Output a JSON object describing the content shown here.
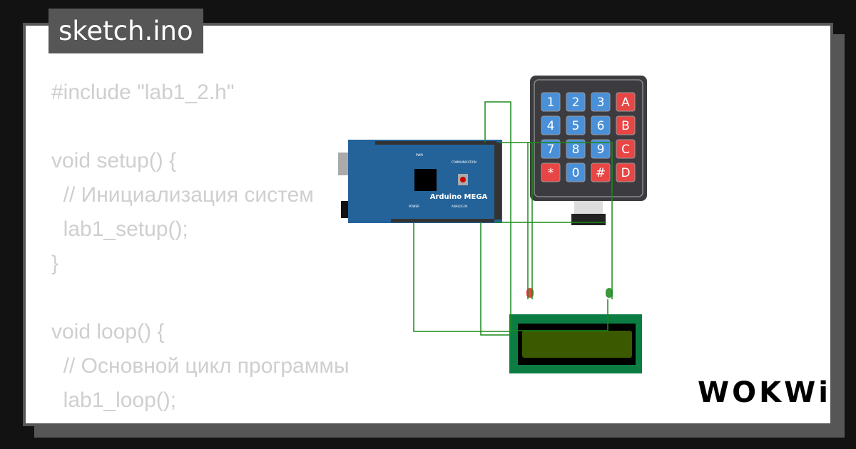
{
  "tab": {
    "title": "sketch.ino"
  },
  "code": {
    "lines": [
      "#include \"lab1_2.h\"",
      "",
      "void setup() {",
      "  // Инициализация систем",
      "  lab1_setup();",
      "}",
      "",
      "void loop() {",
      "  // Основной цикл программы",
      "  lab1_loop();",
      "}"
    ]
  },
  "board": {
    "label": "Arduino MEGA",
    "pwm": "PWM",
    "communication": "COMMUNICATION",
    "power": "POWER",
    "analog": "ANALOG IN"
  },
  "keypad": {
    "keys": [
      "1",
      "2",
      "3",
      "A",
      "4",
      "5",
      "6",
      "B",
      "7",
      "8",
      "9",
      "C",
      "*",
      "0",
      "#",
      "D"
    ]
  },
  "colors": {
    "key_blue": "#4a90d9",
    "key_red": "#e84545",
    "wire": "#1b8a1b",
    "board": "#23639a",
    "lcd": "#0b7d43"
  },
  "brand": {
    "logo": "WOKWi"
  }
}
